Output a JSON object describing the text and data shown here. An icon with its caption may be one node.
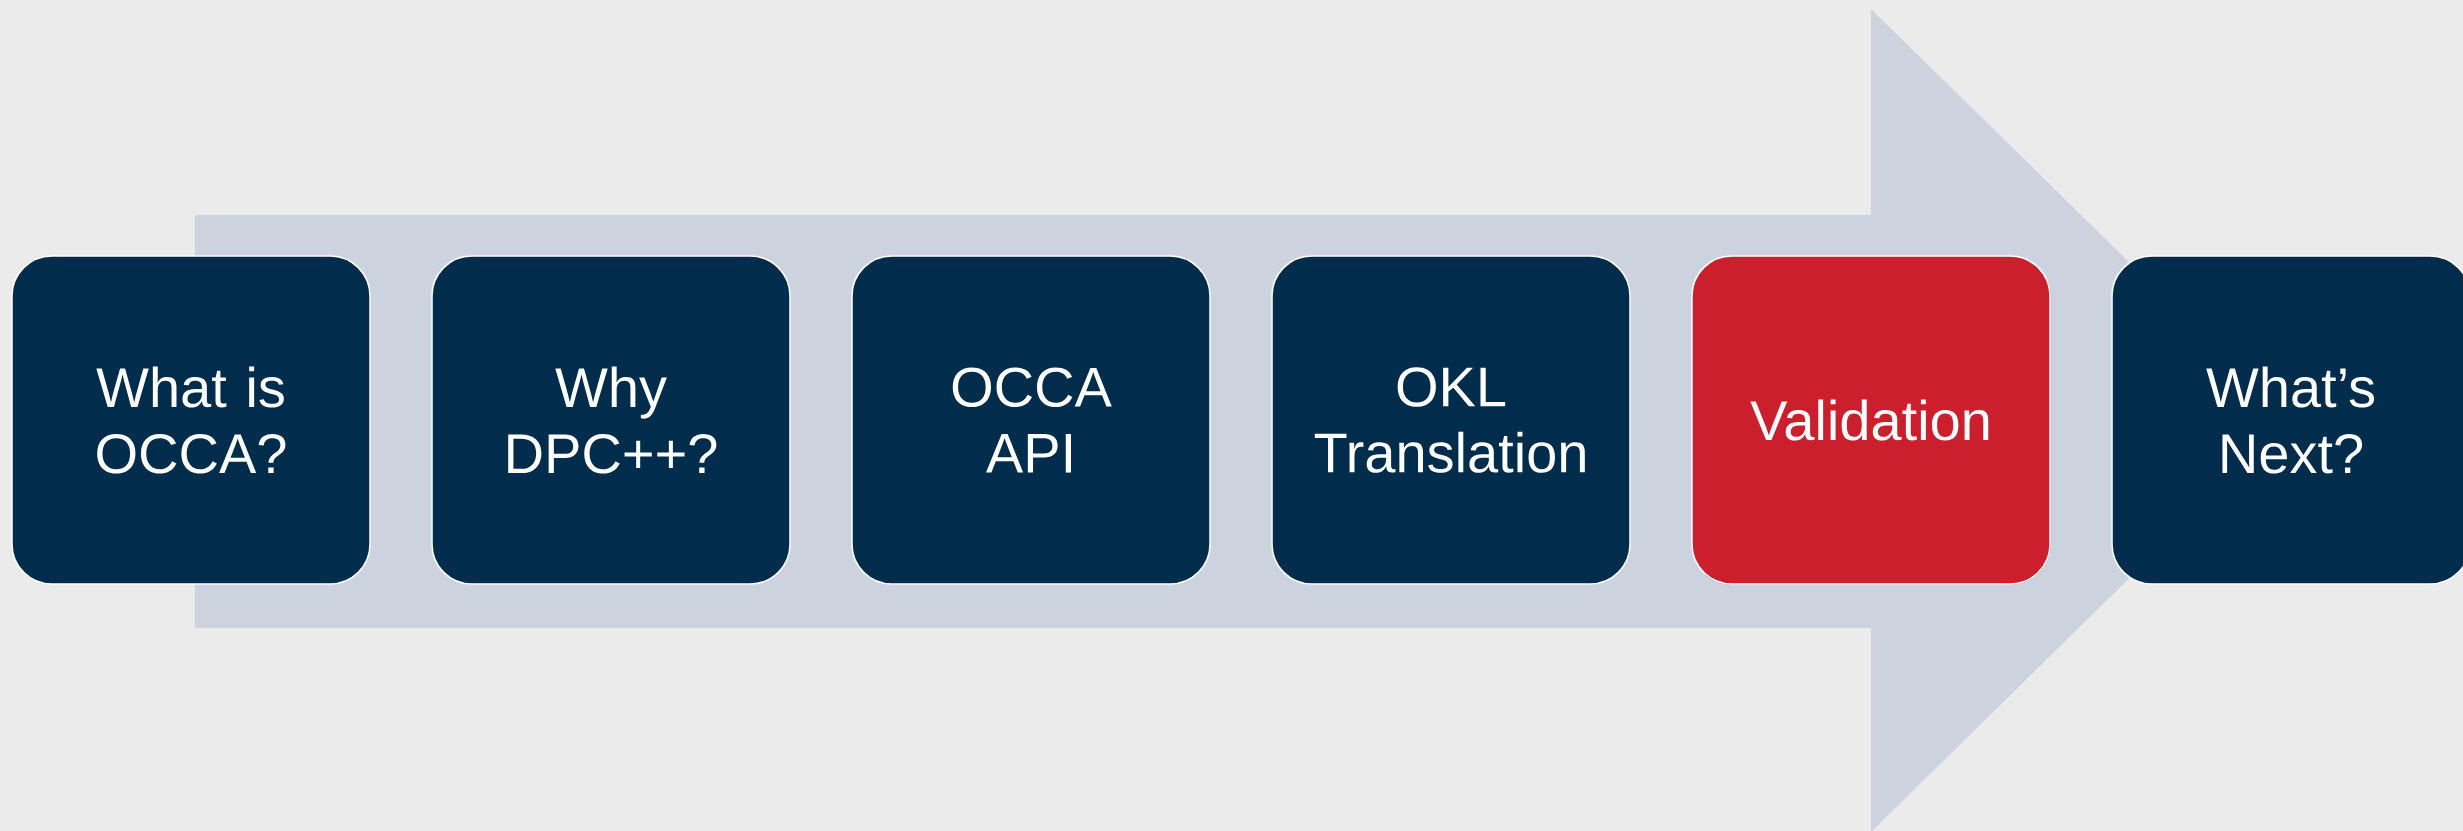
{
  "diagram": {
    "nodes": [
      {
        "text": [
          "What is OCCA?"
        ]
      },
      {
        "text": [
          "Why DPC++?"
        ]
      },
      {
        "text": [
          "OCCA API"
        ]
      },
      {
        "text": [
          "OKL Translation"
        ]
      },
      {
        "text": [
          "Validation"
        ]
      },
      {
        "text": [
          "What’s Next?"
        ]
      }
    ],
    "edges": [
      {
        "from": 0,
        "to": 5,
        "arrow": "to"
      }
    ]
  }
}
